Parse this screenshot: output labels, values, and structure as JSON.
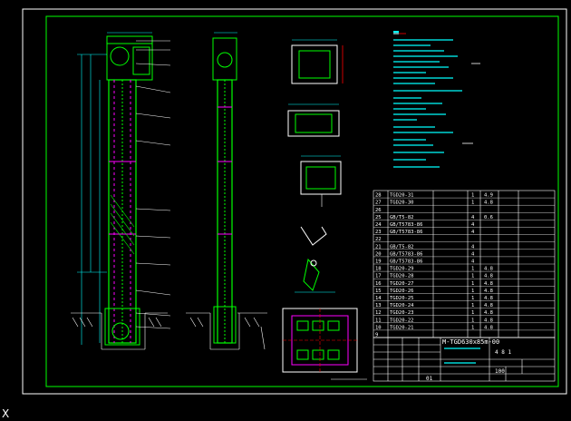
{
  "drawing": {
    "code": "M-TGD630x85m-00",
    "part_number": "01",
    "scale": "100",
    "sheet": "4 8 1"
  },
  "axis_marker": "X",
  "colors": {
    "background": "#000000",
    "frame": "#ffffff",
    "equipment": "#00ff00",
    "dimension": "#00ffff",
    "chain": "#ff00ff",
    "text": "#ffffff",
    "accent": "#ff0000",
    "notes": "#00ffff"
  },
  "parts_table": {
    "rows": [
      {
        "no": "28",
        "code": "TGD20-31",
        "qty": "1",
        "weight": "4.9"
      },
      {
        "no": "27",
        "code": "TGD20-30",
        "qty": "1",
        "weight": "4.8"
      },
      {
        "no": "26",
        "code": "",
        "qty": "",
        "weight": ""
      },
      {
        "no": "25",
        "code": "GB/T5-82",
        "qty": "4",
        "weight": "0.6"
      },
      {
        "no": "24",
        "code": "GB/T5783-86",
        "qty": "4",
        "weight": ""
      },
      {
        "no": "23",
        "code": "GB/T5783-86",
        "qty": "4",
        "weight": ""
      },
      {
        "no": "22",
        "code": "",
        "qty": "",
        "weight": ""
      },
      {
        "no": "21",
        "code": "GB/T5-82",
        "qty": "4",
        "weight": ""
      },
      {
        "no": "20",
        "code": "GB/T5783-86",
        "qty": "4",
        "weight": ""
      },
      {
        "no": "19",
        "code": "GB/T5783-86",
        "qty": "4",
        "weight": ""
      },
      {
        "no": "18",
        "code": "TGD20-29",
        "qty": "1",
        "weight": "4.8"
      },
      {
        "no": "17",
        "code": "TGD20-28",
        "qty": "1",
        "weight": "4.8"
      },
      {
        "no": "16",
        "code": "TGD20-27",
        "qty": "1",
        "weight": "4.8"
      },
      {
        "no": "15",
        "code": "TGD20-26",
        "qty": "1",
        "weight": "4.8"
      },
      {
        "no": "14",
        "code": "TGD20-25",
        "qty": "1",
        "weight": "4.8"
      },
      {
        "no": "13",
        "code": "TGD20-24",
        "qty": "1",
        "weight": "4.8"
      },
      {
        "no": "12",
        "code": "TGD20-23",
        "qty": "1",
        "weight": "4.8"
      },
      {
        "no": "11",
        "code": "TGD20-22",
        "qty": "1",
        "weight": "4.8"
      },
      {
        "no": "10",
        "code": "TGD20-21",
        "qty": "1",
        "weight": "4.8"
      },
      {
        "no": "9",
        "code": "",
        "qty": "",
        "weight": ""
      }
    ]
  }
}
